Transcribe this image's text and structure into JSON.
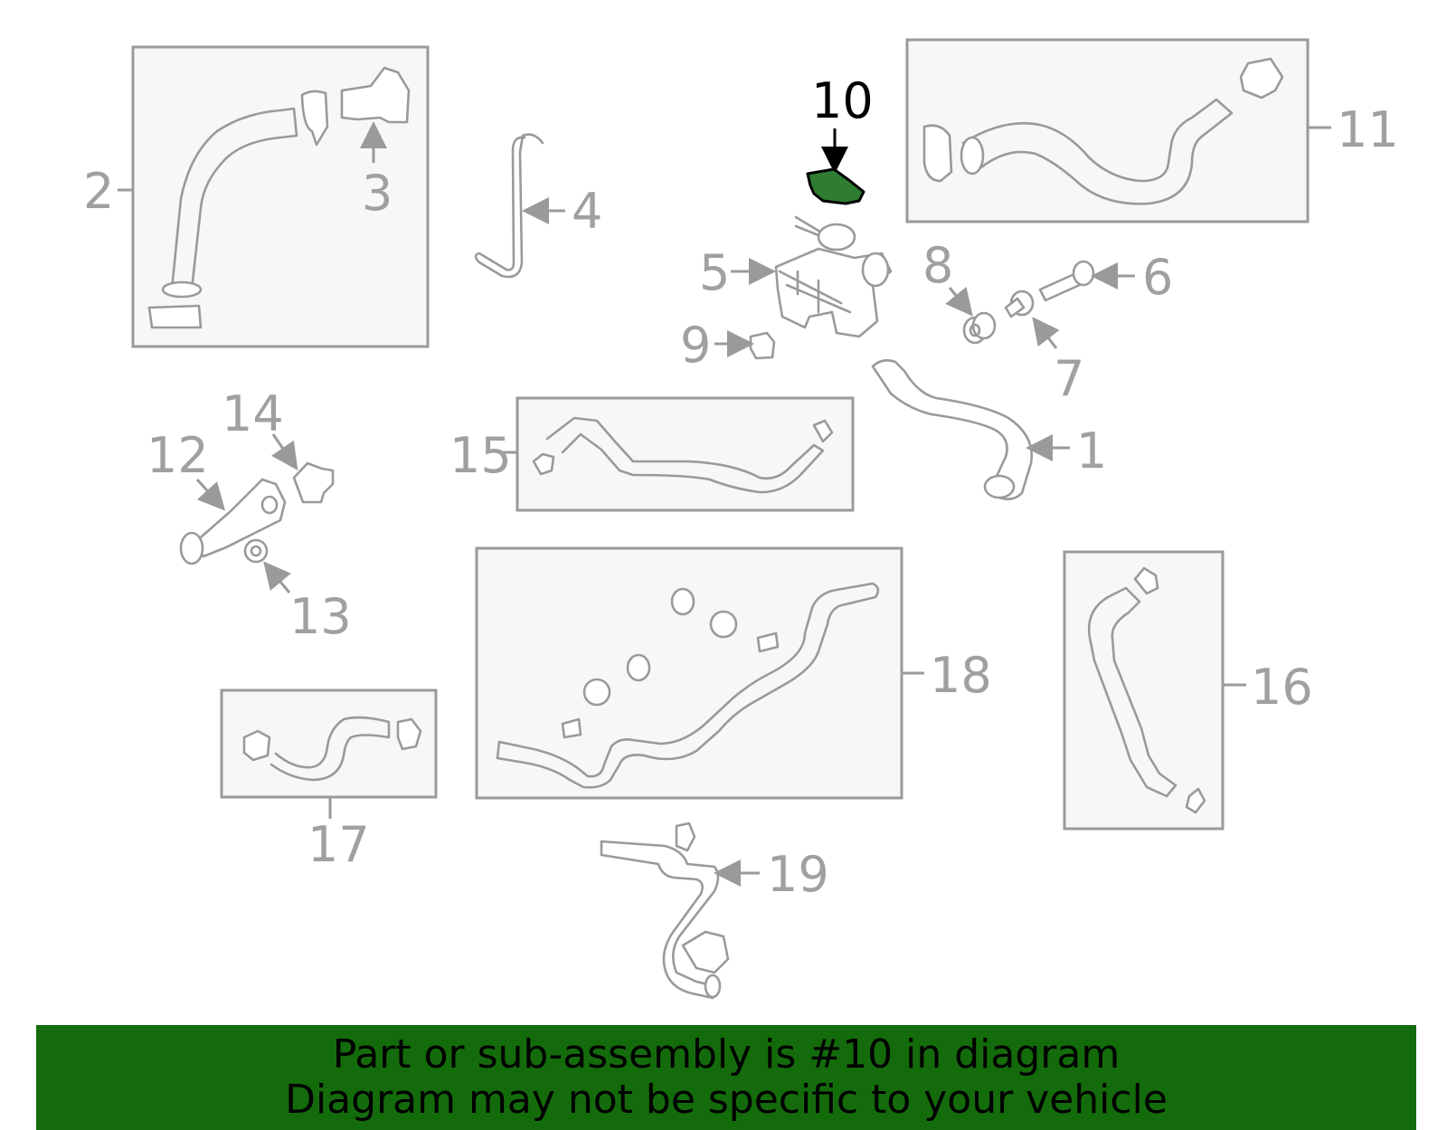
{
  "callouts": {
    "c1": "1",
    "c2": "2",
    "c3": "3",
    "c4": "4",
    "c5": "5",
    "c6": "6",
    "c7": "7",
    "c8": "8",
    "c9": "9",
    "c10": "10",
    "c11": "11",
    "c12": "12",
    "c13": "13",
    "c14": "14",
    "c15": "15",
    "c16": "16",
    "c17": "17",
    "c18": "18",
    "c19": "19"
  },
  "highlighted_part": "10",
  "colors": {
    "highlight_fill": "#2e7d32",
    "banner_bg": "#146b0b",
    "line_gray": "#9a9a9a",
    "box_fill": "#f7f7f7"
  },
  "banner": {
    "line1": "Part or sub-assembly is #10 in diagram",
    "line2": "Diagram may not be specific to your vehicle"
  }
}
